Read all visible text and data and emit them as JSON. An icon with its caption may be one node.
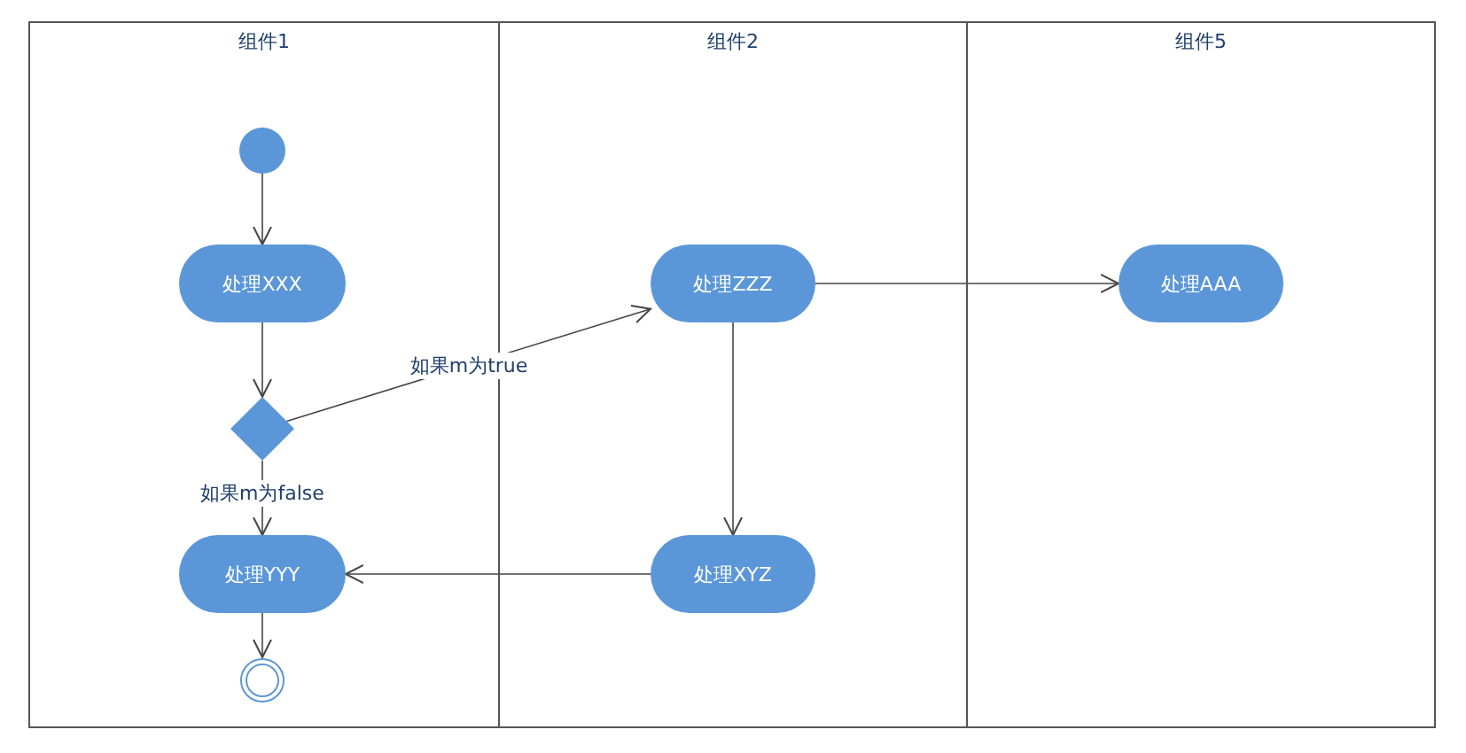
{
  "diagram": {
    "nodes": [
      {
        "text": [
          "组件1"
        ]
      },
      {
        "text": [
          "组件2"
        ]
      },
      {
        "text": [
          "组件5"
        ]
      },
      {
        "text": [],
        "shape": "circle",
        "in": 0
      },
      {
        "text": [
          "处理XXX"
        ],
        "in": 0
      },
      {
        "text": [],
        "shape": "diamond",
        "in": 0
      },
      {
        "text": [
          "处理YYY"
        ],
        "in": 0
      },
      {
        "text": [],
        "shape": "circle",
        "in": 0
      },
      {
        "text": [
          "处理ZZZ"
        ],
        "in": 1
      },
      {
        "text": [
          "处理XYZ"
        ],
        "in": 1
      },
      {
        "text": [
          "处理AAA"
        ],
        "in": 2
      }
    ],
    "edges": [
      {
        "from": 3,
        "to": 4,
        "arrow": "to"
      },
      {
        "from": 4,
        "to": 5,
        "arrow": "to"
      },
      {
        "from": 5,
        "to": 8,
        "arrow": "to",
        "label": "如果m为true"
      },
      {
        "from": 5,
        "to": 6,
        "arrow": "to",
        "label": "如果m为false"
      },
      {
        "from": 6,
        "to": 7,
        "arrow": "to"
      },
      {
        "from": 8,
        "to": 9,
        "arrow": "to"
      },
      {
        "from": 9,
        "to": 6,
        "arrow": "to"
      },
      {
        "from": 8,
        "to": 10,
        "arrow": "to"
      }
    ]
  }
}
